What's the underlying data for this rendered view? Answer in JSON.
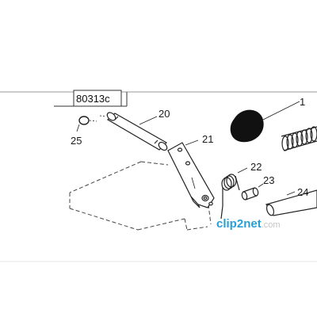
{
  "diagram": {
    "reference_code": "80313c",
    "callouts": [
      {
        "id": "c1",
        "text": "1"
      },
      {
        "id": "c20",
        "text": "20"
      },
      {
        "id": "c21",
        "text": "21"
      },
      {
        "id": "c22",
        "text": "22"
      },
      {
        "id": "c23",
        "text": "23"
      },
      {
        "id": "c24",
        "text": "24"
      },
      {
        "id": "c25",
        "text": "25"
      }
    ]
  },
  "watermark": {
    "brand_part1": "clip",
    "brand_part2": "2",
    "brand_part3": "net",
    "brand_suffix": ".com",
    "colors": {
      "primary": "#2a9fd6",
      "secondary": "#c4c4c4"
    }
  }
}
